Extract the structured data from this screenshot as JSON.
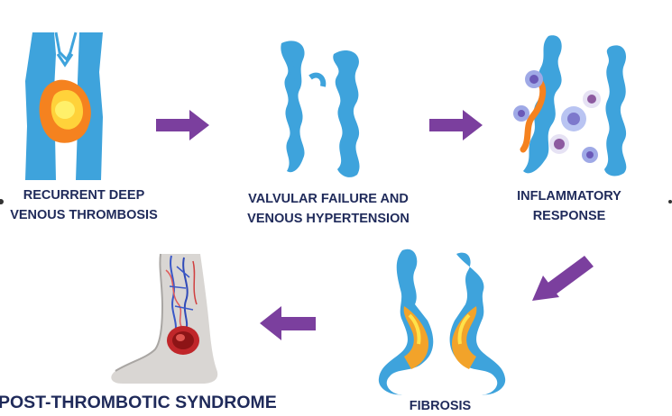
{
  "steps": [
    {
      "id": "recurrent-dvt",
      "lines": [
        "RECURRENT DEEP",
        "VENOUS THROMBOSIS"
      ]
    },
    {
      "id": "valvular-failure",
      "lines": [
        "VALVULAR FAILURE AND",
        "VENOUS HYPERTENSION"
      ]
    },
    {
      "id": "inflammatory-response",
      "lines": [
        "INFLAMMATORY",
        "RESPONSE"
      ]
    },
    {
      "id": "fibrosis",
      "lines": [
        "FIBROSIS"
      ]
    },
    {
      "id": "post-thrombotic-syndrome",
      "lines": [
        "POST-THROMBOTIC SYNDROME"
      ]
    }
  ],
  "colors": {
    "vein": "#3ea3dc",
    "thrombus_outer": "#f5821f",
    "thrombus_inner": "#ffe24a",
    "arrow": "#7b3f9e",
    "label": "#1f2a5a",
    "fibrosis": "#f2a32a",
    "ulcer": "#c0262a"
  },
  "icons": [
    "vein-thrombus-icon",
    "damaged-veins-icon",
    "inflamed-vein-icon",
    "fibrotic-veins-icon",
    "ulcerated-leg-icon"
  ]
}
